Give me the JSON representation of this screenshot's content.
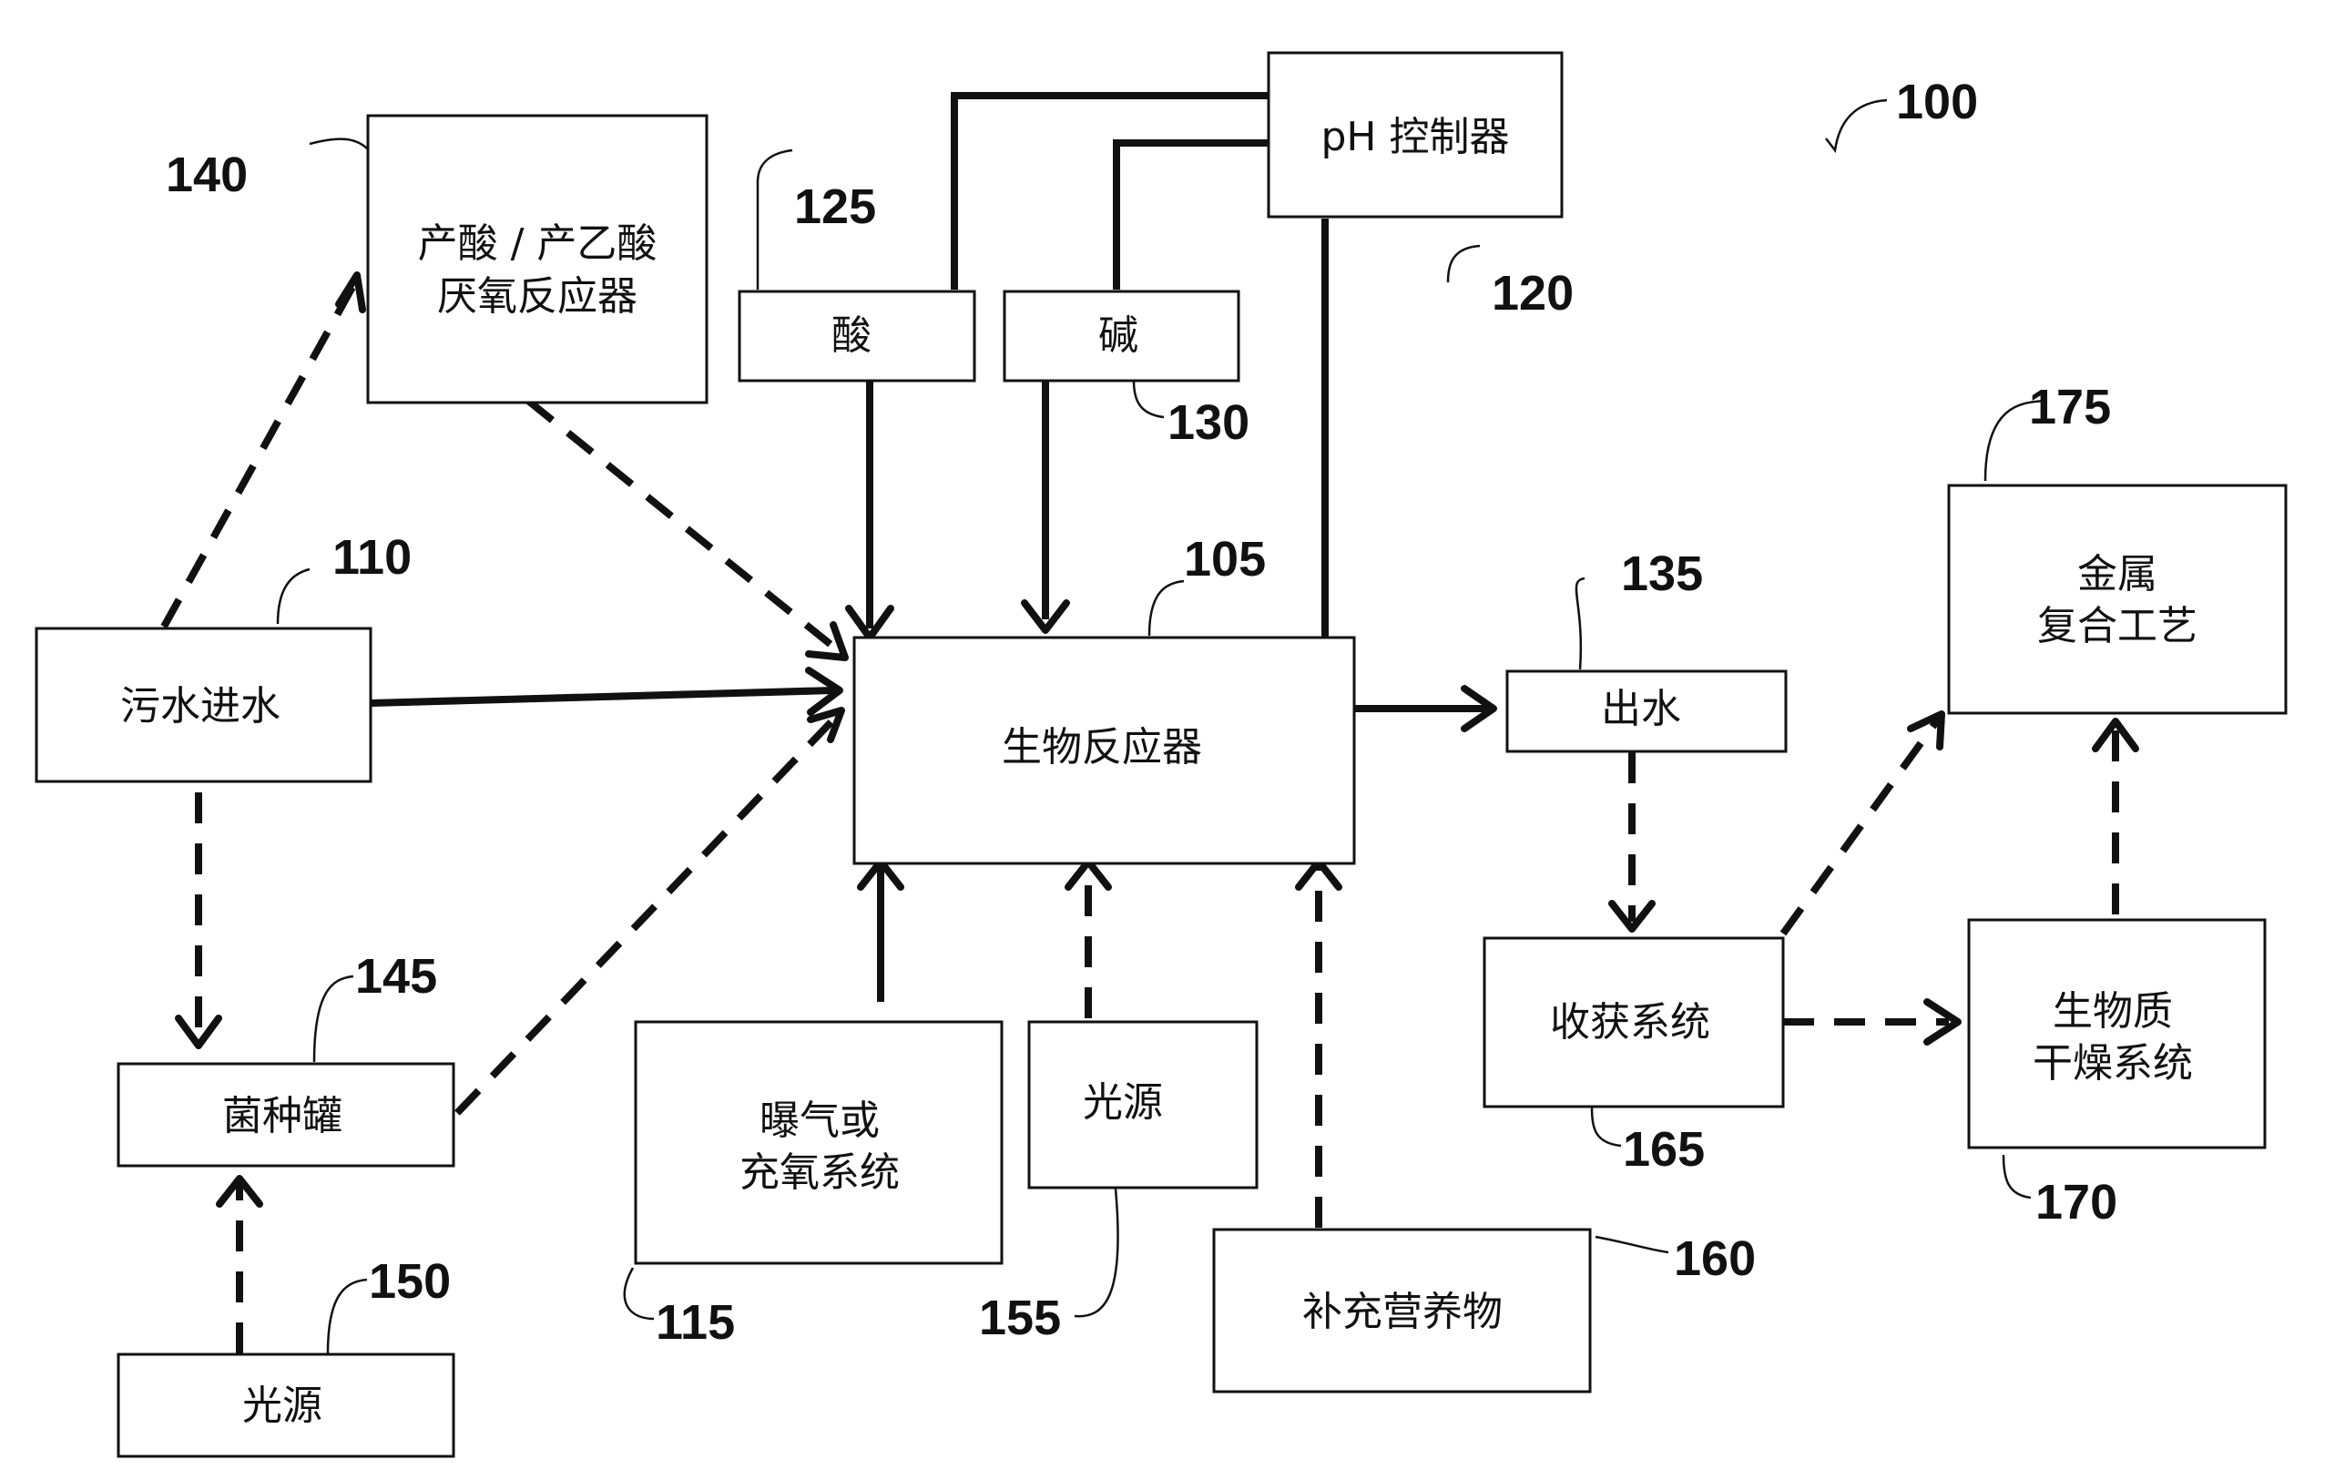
{
  "figure_number": "100",
  "nodes": {
    "acid_acetogenic_reactor": {
      "ref": "140",
      "lines": [
        "产酸 / 产乙酸",
        "厌氧反应器"
      ]
    },
    "ph_controller": {
      "ref": "120",
      "lines": [
        "pH 控制器"
      ]
    },
    "acid": {
      "ref": "125",
      "lines": [
        "酸"
      ]
    },
    "base": {
      "ref": "130",
      "lines": [
        "碱"
      ]
    },
    "wastewater_inlet": {
      "ref": "110",
      "lines": [
        "污水进水"
      ]
    },
    "bioreactor": {
      "ref": "105",
      "lines": [
        "生物反应器"
      ]
    },
    "effluent": {
      "ref": "135",
      "lines": [
        "出水"
      ]
    },
    "metal_complexing_process": {
      "ref": "175",
      "lines": [
        "金属",
        "复合工艺"
      ]
    },
    "inoculum_tank": {
      "ref": "145",
      "lines": [
        "菌种罐"
      ]
    },
    "light_source_left": {
      "ref": "150",
      "lines": [
        "光源"
      ]
    },
    "aeration_system": {
      "ref": "115",
      "lines": [
        "曝气或",
        "充氧系统"
      ]
    },
    "light_source_center": {
      "ref": "155",
      "lines": [
        "光源"
      ]
    },
    "nutrient_supplement": {
      "ref": "160",
      "lines": [
        "补充营养物"
      ]
    },
    "harvest_system": {
      "ref": "165",
      "lines": [
        "收获系统"
      ]
    },
    "biomass_drying_system": {
      "ref": "170",
      "lines": [
        "生物质",
        "干燥系统"
      ]
    }
  },
  "edges": [
    {
      "from": "wastewater_inlet",
      "to": "bioreactor",
      "style": "solid"
    },
    {
      "from": "wastewater_inlet",
      "to": "acid_acetogenic_reactor",
      "style": "dashed"
    },
    {
      "from": "acid_acetogenic_reactor",
      "to": "bioreactor",
      "style": "dashed"
    },
    {
      "from": "wastewater_inlet",
      "to": "inoculum_tank",
      "style": "dashed"
    },
    {
      "from": "light_source_left",
      "to": "inoculum_tank",
      "style": "dashed"
    },
    {
      "from": "inoculum_tank",
      "to": "bioreactor",
      "style": "dashed"
    },
    {
      "from": "ph_controller",
      "to": "acid",
      "style": "solid"
    },
    {
      "from": "ph_controller",
      "to": "base",
      "style": "solid"
    },
    {
      "from": "ph_controller",
      "to": "bioreactor",
      "style": "solid"
    },
    {
      "from": "acid",
      "to": "bioreactor",
      "style": "solid"
    },
    {
      "from": "base",
      "to": "bioreactor",
      "style": "solid"
    },
    {
      "from": "aeration_system",
      "to": "bioreactor",
      "style": "solid"
    },
    {
      "from": "light_source_center",
      "to": "bioreactor",
      "style": "dashed"
    },
    {
      "from": "nutrient_supplement",
      "to": "bioreactor",
      "style": "dashed"
    },
    {
      "from": "bioreactor",
      "to": "effluent",
      "style": "solid"
    },
    {
      "from": "effluent",
      "to": "harvest_system",
      "style": "dashed"
    },
    {
      "from": "harvest_system",
      "to": "metal_complexing_process",
      "style": "dashed"
    },
    {
      "from": "harvest_system",
      "to": "biomass_drying_system",
      "style": "dashed"
    },
    {
      "from": "biomass_drying_system",
      "to": "metal_complexing_process",
      "style": "dashed"
    }
  ]
}
